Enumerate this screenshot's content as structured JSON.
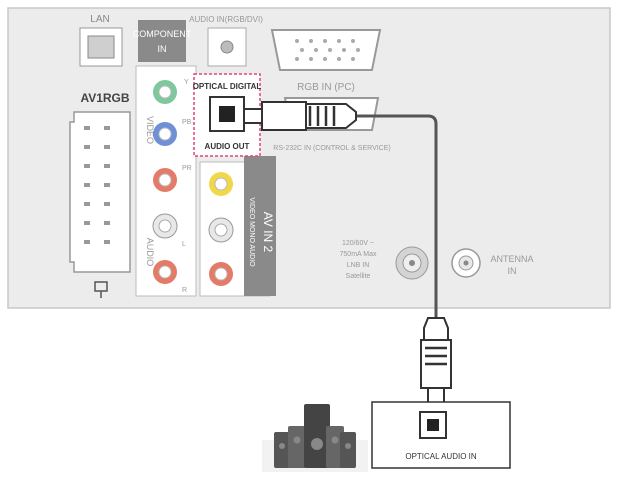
{
  "labels": {
    "lan": "LAN",
    "audio_in": "AUDIO IN(RGB/DVI)",
    "component_in": "COMPONENT",
    "component_in_2": "IN",
    "av1": "AV1RGB",
    "optical_out_top": "OPTICAL DIGITAL",
    "optical_out_bottom": "AUDIO OUT",
    "rgb_in": "RGB IN (PC)",
    "rs232c": "RS-232C IN (CONTROL & SERVICE)",
    "video": "VIDEO",
    "audio": "AUDIO",
    "av_in_2": "AV IN 2",
    "av_in_2_sub": "VIDEO MONO AUDIO",
    "power_1": "120/60V ~",
    "power_2": "750mA Max",
    "power_3": "LNB IN",
    "power_4": "Satellite",
    "antenna_1": "ANTENNA",
    "antenna_2": "IN",
    "optical_in": "OPTICAL AUDIO IN",
    "y": "Y",
    "pb": "PB",
    "pr": "PR",
    "l": "L",
    "r": "R"
  },
  "colors": {
    "panel": "#ececec",
    "panel_border": "#c8c8c8",
    "green": "#7fc79c",
    "blue": "#6f8fd6",
    "red": "#e37b68",
    "yellow": "#f0d84a",
    "white_jack": "#e8e8e8",
    "highlight": "#e0447a",
    "cable": "#555555"
  },
  "icons": {
    "usb": "usb-icon",
    "speakers": "speaker-system-icon"
  }
}
